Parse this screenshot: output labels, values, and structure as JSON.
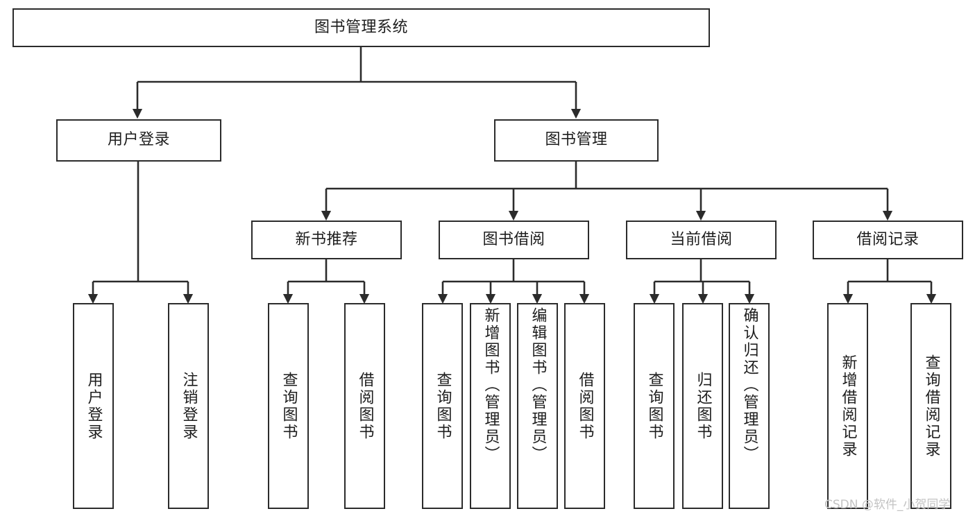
{
  "diagram": {
    "title": "图书管理系统",
    "stroke_color": "#2b2b2b",
    "fill_color": "#ffffff",
    "text_color": "#1d1d1d"
  },
  "root": {
    "label": "图书管理系统"
  },
  "level2": [
    {
      "label": "用户登录"
    },
    {
      "label": "图书管理"
    }
  ],
  "level3": [
    {
      "label": "新书推荐"
    },
    {
      "label": "图书借阅"
    },
    {
      "label": "当前借阅"
    },
    {
      "label": "借阅记录"
    }
  ],
  "leaves": {
    "user_login": [
      {
        "label": "用户登录"
      },
      {
        "label": "注销登录"
      }
    ],
    "new_book": [
      {
        "label": "查询图书"
      },
      {
        "label": "借阅图书"
      }
    ],
    "borrow_book": [
      {
        "label": "查询图书"
      },
      {
        "label": "新增图书（管理员）"
      },
      {
        "label": "编辑图书（管理员）"
      },
      {
        "label": "借阅图书"
      }
    ],
    "current_borrow": [
      {
        "label": "查询图书"
      },
      {
        "label": "归还图书"
      },
      {
        "label": "确认归还（管理员）"
      }
    ],
    "borrow_record": [
      {
        "label": "新增借阅记录"
      },
      {
        "label": "查询借阅记录"
      }
    ]
  },
  "watermark": {
    "text": "CSDN @软件_小贺同学"
  }
}
